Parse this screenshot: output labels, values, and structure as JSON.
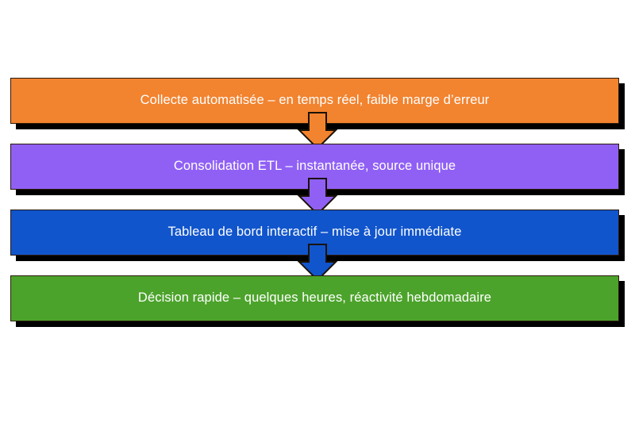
{
  "diagram": {
    "type": "flowchart",
    "orientation": "vertical",
    "background_color": "#FFFFFF",
    "text_color": "#FFFFFF",
    "shadow_color": "#000000",
    "border_color": "#2B1A0A",
    "steps": [
      {
        "id": "collecte",
        "label": "Collecte automatisée – en temps réel, faible marge d’erreur",
        "color": "#F2832F"
      },
      {
        "id": "consolidation",
        "label": "Consolidation ETL – instantanée, source unique",
        "color": "#9060F5"
      },
      {
        "id": "tableau-de-bord",
        "label": "Tableau de bord interactif – mise à jour immédiate",
        "color": "#1155CC"
      },
      {
        "id": "decision",
        "label": "Décision rapide – quelques heures, réactivité hebdomadaire",
        "color": "#4CA32B"
      }
    ],
    "connectors": [
      {
        "id": "arrow-collecte-to-consolidation",
        "from": "collecte",
        "to": "consolidation",
        "color": "#F2832F",
        "shape": "block-arrow-down"
      },
      {
        "id": "arrow-consolidation-to-tableau",
        "from": "consolidation",
        "to": "tableau-de-bord",
        "color": "#9060F5",
        "shape": "block-arrow-down"
      },
      {
        "id": "arrow-tableau-to-decision",
        "from": "tableau-de-bord",
        "to": "decision",
        "color": "#1155CC",
        "shape": "block-arrow-down"
      }
    ]
  }
}
